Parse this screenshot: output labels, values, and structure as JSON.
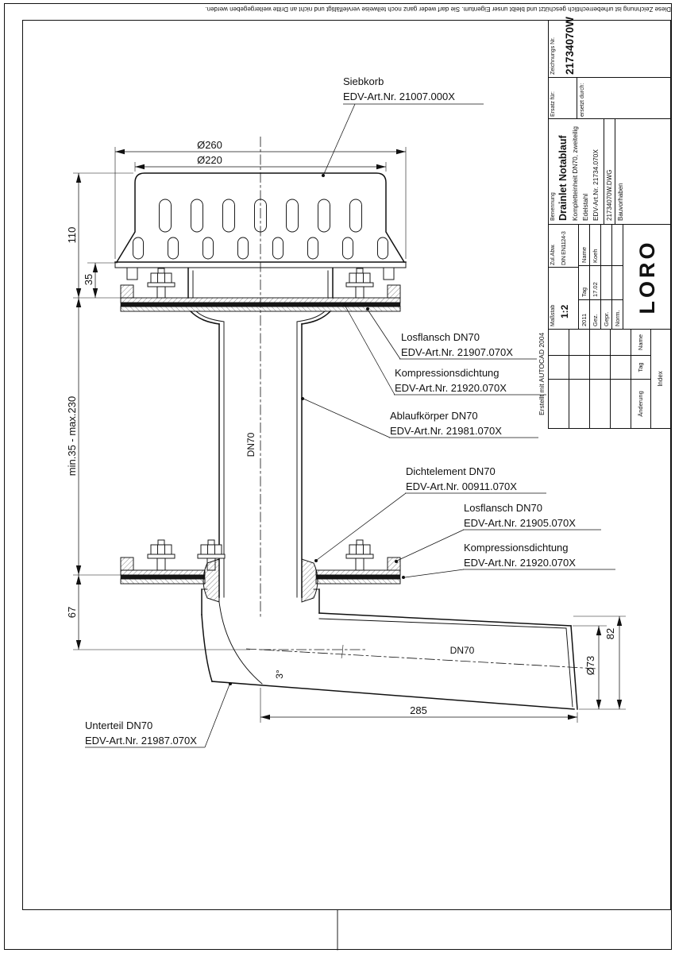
{
  "sheet": {
    "copyright": "Diese Zeichnung ist urheberrechtlich geschützt und bleibt unser Eigentum. Sie darf weder ganz noch teilweise vervielfältigt und nicht an Dritte weitergegeben werden.",
    "created_with": "Erstellt mit AUTOCAD 2004"
  },
  "drawing": {
    "dims": {
      "d260": "Ø260",
      "d220": "Ø220",
      "h110": "110",
      "h35": "35",
      "range": "min.35 - max.230",
      "h67": "67",
      "len285": "285",
      "h82": "82",
      "d73": "Ø73",
      "angle": "3°",
      "dn70_pipe": "DN70",
      "dn70_outlet": "DN70"
    },
    "labels": [
      {
        "name": "Siebkorb",
        "art": "EDV-Art.Nr.  21007.000X"
      },
      {
        "name": "Losflansch  DN70",
        "art": "EDV-Art.Nr.  21907.070X"
      },
      {
        "name": "Kompressionsdichtung",
        "art": "EDV-Art.Nr.  21920.070X"
      },
      {
        "name": "Ablaufkörper  DN70",
        "art": "EDV-Art.Nr.  21981.070X"
      },
      {
        "name": "Dichtelement  DN70",
        "art": "EDV-Art.Nr.  00911.070X"
      },
      {
        "name": "Losflansch  DN70",
        "art": "EDV-Art.Nr.  21905.070X"
      },
      {
        "name": "Kompressionsdichtung",
        "art": "EDV-Art.Nr.  21920.070X"
      },
      {
        "name": "Unterteil  DN70",
        "art": "EDV-Art.Nr.  21987.070X"
      }
    ]
  },
  "titleblock": {
    "zeichnungs_nr_label": "Zeichnungs Nr.",
    "zeichnungs_nr": "21734070W",
    "ersatz_label": "Ersatz für:",
    "ersetzt_label": "ersetzt durch:",
    "benennung_label": "Benennung",
    "benennung": "Drainlet Notablauf",
    "line2": "Kompletteinheit DN70, zweiteilig",
    "line3": "Edelstahl",
    "line4": "EDV-Art.Nr. 21734.070X",
    "dwg": "21734070W.DWG",
    "bauvorhaben": "Bauvorhaben",
    "massstab_label": "Maßstab",
    "massstab": "1:2",
    "zulabw_label": "Zul.Abw.",
    "zulabw": "DIN EN1124-3",
    "year": "2011",
    "tag_label": "Tag",
    "name_label": "Name",
    "gez_label": "Gez.",
    "gez_tag": "17.02",
    "gez_name": "Koeh",
    "gepr_label": "Gepr.",
    "norm_label": "Norm.",
    "logo": "LORO",
    "aenderung_label": "Änderung",
    "index_label": "Index"
  }
}
